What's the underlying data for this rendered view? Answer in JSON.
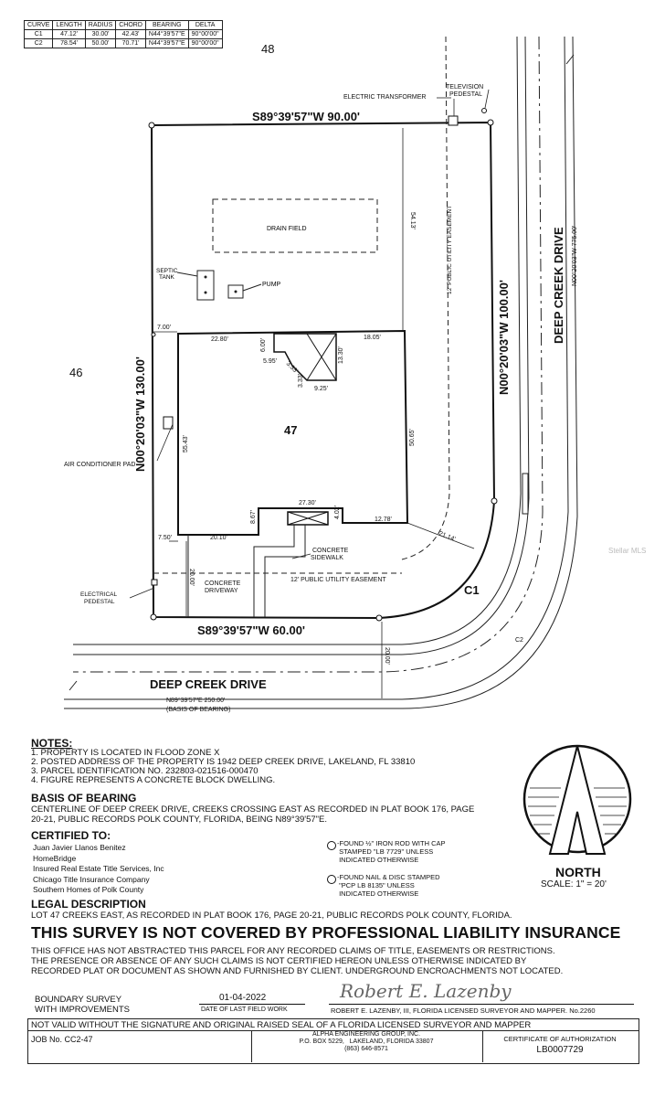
{
  "curve_table": {
    "headers": [
      "CURVE",
      "LENGTH",
      "RADIUS",
      "CHORD",
      "BEARING",
      "DELTA"
    ],
    "rows": [
      [
        "C1",
        "47.12'",
        "30.00'",
        "42.43'",
        "N44°39'57\"E",
        "90°00'00\""
      ],
      [
        "C2",
        "78.54'",
        "50.00'",
        "70.71'",
        "N44°39'57\"E",
        "90°00'00\""
      ]
    ]
  },
  "plat": {
    "lot_north": "48",
    "lot_west": "46",
    "lot_number": "47",
    "north_line": "S89°39'57\"W   90.00'",
    "south_line": "S89°39'57\"W   60.00'",
    "west_line": "N00°20'03\"W   130.00'",
    "east_line": "N00°20'03\"W   100.00'",
    "street_east": "DEEP CREEK DRIVE",
    "street_east_bearing": "N00°20'03\"W   775.00'",
    "street_south": "DEEP CREEK DRIVE",
    "street_south_bearing": "N89°39'57\"E   250.00'",
    "basis_note": "(BASIS OF BEARING)",
    "electric_transformer": "ELECTRIC TRANSFORMER",
    "television_pedestal": "TELEVISION\nPEDESTAL",
    "drain_field": "DRAIN FIELD",
    "septic_tank": "SEPTIC\nTANK",
    "pump": "PUMP",
    "utility_easement_east": "12' PUBLIC UTILITY EASEMENT",
    "utility_easement_south": "12' PUBLIC UTILITY EASEMENT",
    "air_conditioner_pad": "AIR CONDITIONER PAD",
    "electrical_pedestal": "ELECTRICAL\nPEDESTAL",
    "concrete_driveway": "CONCRETE\nDRIVEWAY",
    "concrete_sidewalk": "CONCRETE\nSIDEWALK",
    "curve_c1": "C1",
    "curve_c2": "C2",
    "dims": {
      "d5413": "54.13'",
      "d700": "7.00'",
      "d2280": "22.80'",
      "d1805": "18.05'",
      "d600": "6.00'",
      "d595": "5.95'",
      "d333a": "3.33'",
      "d333b": "3.33'",
      "d1330": "13.30'",
      "d925": "9.25'",
      "d5543": "55.43'",
      "d5065": "50.65'",
      "d2730": "27.30'",
      "d867": "8.67'",
      "d402": "4.02'",
      "d1278": "12.78'",
      "d750": "7.50'",
      "d2010": "20.10'",
      "d2000a": "20.00'",
      "d2114": "21.14'",
      "d2000b": "20.00'"
    }
  },
  "notes": {
    "title": "NOTES:",
    "items": [
      "1.  PROPERTY IS LOCATED IN FLOOD ZONE X",
      "2.  POSTED ADDRESS OF THE PROPERTY IS 1942 DEEP CREEK DRIVE, LAKELAND, FL 33810",
      "3.  PARCEL IDENTIFICATION NO. 232803-021516-000470",
      "4.  FIGURE REPRESENTS A CONCRETE BLOCK DWELLING."
    ]
  },
  "basis": {
    "title": "BASIS OF BEARING",
    "text1": "CENTERLINE OF DEEP CREEK DRIVE, CREEKS CROSSING EAST AS RECORDED IN PLAT BOOK 176, PAGE",
    "text2": "20-21, PUBLIC RECORDS POLK COUNTY, FLORIDA, BEING N89°39'57\"E."
  },
  "certified": {
    "title": "CERTIFIED TO:",
    "names": [
      "Juan Javier Llanos Benitez",
      "HomeBridge",
      "Insured Real Estate Title Services, Inc",
      "Chicago Title Insurance Company",
      "Southern Homes of Polk County"
    ]
  },
  "legend": {
    "rod": "-FOUND ½\" IRON ROD WITH CAP\n STAMPED \"LB 7729\" UNLESS\n INDICATED OTHERWISE",
    "nail": "-FOUND NAIL & DISC STAMPED\n \"PCP LB 8135\" UNLESS\n INDICATED OTHERWISE"
  },
  "north": {
    "label": "NORTH",
    "scale": "SCALE:  1\"  =  20'"
  },
  "legal": {
    "title": "LEGAL DESCRIPTION",
    "text": "LOT 47 CREEKS EAST, AS RECORDED IN PLAT BOOK 176, PAGE 20-21, PUBLIC RECORDS POLK COUNTY, FLORIDA."
  },
  "insurance_banner": "THIS SURVEY IS NOT COVERED BY PROFESSIONAL LIABILITY INSURANCE",
  "disclaimer": [
    "THIS OFFICE HAS NOT ABSTRACTED THIS PARCEL FOR ANY RECORDED CLAIMS OF TITLE, EASEMENTS OR RESTRICTIONS.",
    "THE PRESENCE OR ABSENCE OF ANY SUCH CLAIMS IS NOT CERTIFIED HEREON UNLESS OTHERWISE INDICATED BY",
    "RECORDED PLAT OR DOCUMENT AS SHOWN AND FURNISHED BY CLIENT. UNDERGROUND ENCROACHMENTS NOT LOCATED."
  ],
  "survey_type": "BOUNDARY SURVEY\nWITH IMPROVEMENTS",
  "field_date": "01-04-2022",
  "field_date_label": "DATE OF LAST FIELD WORK",
  "surveyor": "ROBERT E. LAZENBY, III, FLORIDA LICENSED SURVEYOR AND MAPPER. No.2260",
  "signature_text": "Robert E. Lazenby",
  "validity": "NOT VALID WITHOUT THE SIGNATURE AND ORIGINAL RAISED SEAL OF A FLORIDA LICENSED SURVEYOR AND MAPPER",
  "job_no": "JOB No. CC2-47",
  "firm": "ALPHA ENGINEERING GROUP, INC.\nP.O. BOX 5229,   LAKELAND, FLORIDA 33807\n(863) 646-8571",
  "cert_auth_label": "CERTIFICATE OF AUTHORIZATION",
  "cert_auth_number": "LB0007729",
  "watermark": "Stellar MLS"
}
